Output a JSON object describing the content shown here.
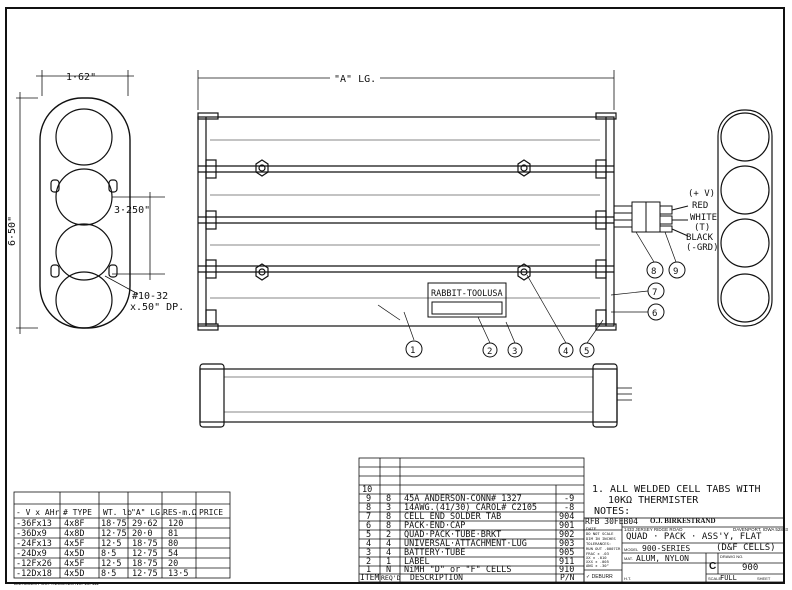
{
  "dimensions": {
    "width_162": "1·62\"",
    "length_a": "\"A\" LG.",
    "height_650": "6·50\"",
    "spacing_3250": "3·250\"",
    "tap": "#10-32",
    "tap_depth": "x.50\" DP."
  },
  "wire_labels": {
    "pos": "(+ V)",
    "red": "RED",
    "white": "WHITE",
    "t": "(T)",
    "black": "BLACK",
    "grd": "(-GRD)"
  },
  "label_plate": "RABBIT-TOOLUSA",
  "balloons": [
    "1",
    "2",
    "3",
    "4",
    "5",
    "6",
    "7",
    "8",
    "9"
  ],
  "options_table": {
    "headers": [
      "- V x AHr",
      "# TYPE",
      "WT. lb",
      "\"A\" LG.",
      "RES-m.Ω",
      "PRICE"
    ],
    "rows": [
      [
        "-36Fx13",
        "4x8F",
        "18·75",
        "29·62",
        "120",
        ""
      ],
      [
        "-36Dx9",
        "4x8D",
        "12·75",
        "20·0",
        "81",
        ""
      ],
      [
        "-24Fx13",
        "4x5F",
        "12·5",
        "18·75",
        "80",
        ""
      ],
      [
        "-24Dx9",
        "4x5D",
        "8·5",
        "12·75",
        "54",
        ""
      ],
      [
        "-12Fx26",
        "4x5F",
        "12·5",
        "18·75",
        "20",
        ""
      ],
      [
        "-12Dx18",
        "4x5D",
        "8·5",
        "12·75",
        "13·5",
        ""
      ]
    ],
    "footer": "DIETZGEN POST RECORDS NO. 10#111"
  },
  "bom": {
    "headers": [
      "ITEM",
      "REQ'D",
      "DESCRIPTION",
      "P/N"
    ],
    "rows": [
      [
        "10",
        "",
        "",
        ""
      ],
      [
        "9",
        "8",
        "45A ANDERSON-CONN# 1327",
        "-9"
      ],
      [
        "8",
        "3",
        "14AWG.(41/30) CAROL# C2105",
        "-8"
      ],
      [
        "7",
        "8",
        "CELL END SOLDER TAB",
        "904"
      ],
      [
        "6",
        "8",
        "PACK·END·CAP",
        "901"
      ],
      [
        "5",
        "2",
        "QUAD·PACK·TUBE·BRKT",
        "902"
      ],
      [
        "4",
        "4",
        "UNIVERSAL·ATTACHMENT·LUG",
        "903"
      ],
      [
        "3",
        "4",
        "BATTERY·TUBE",
        "905"
      ],
      [
        "2",
        "1",
        "LABEL",
        "911"
      ],
      [
        "1",
        "N",
        "NiMH \"D\" or \"F\" CELLS",
        "910"
      ]
    ]
  },
  "notes": {
    "title": "NOTES:",
    "line1": "1. ALL WELDED CELL TABS WITH",
    "line2": "10KΩ THERMISTER"
  },
  "title_block": {
    "company": "O.J. BIRKESTRAND",
    "address": "1433 JERSEY RIDGE ROAD",
    "city": "DAVENPORT, IOWA 52803",
    "date": "RFB 30FEB04",
    "date_label": "DATE",
    "tolerance_lines": [
      "DO NOT SCALE",
      "DIM IN INCHES",
      "TOLERANCES:",
      "RUN OUT .0007IR",
      "FRAC ± .03",
      "XX ± .010",
      "XXX ± .005",
      "ANG ± .30°"
    ],
    "deburr": "✓ DEBURR",
    "title_line1": "QUAD · PACK · ASS'Y, FLAT",
    "title_line2": "(D&F CELLS)",
    "model_label": "MODEL",
    "model": "900-SERIES",
    "mat_label": "MAT.",
    "material": "ALUM, NYLON",
    "ht_label": "H.T.",
    "size": "C",
    "dwg_label": "DRAWG NO.",
    "drawing_no": "900",
    "scale_label": "SCALE",
    "scale": "FULL",
    "sheet_label": "SHEET"
  }
}
